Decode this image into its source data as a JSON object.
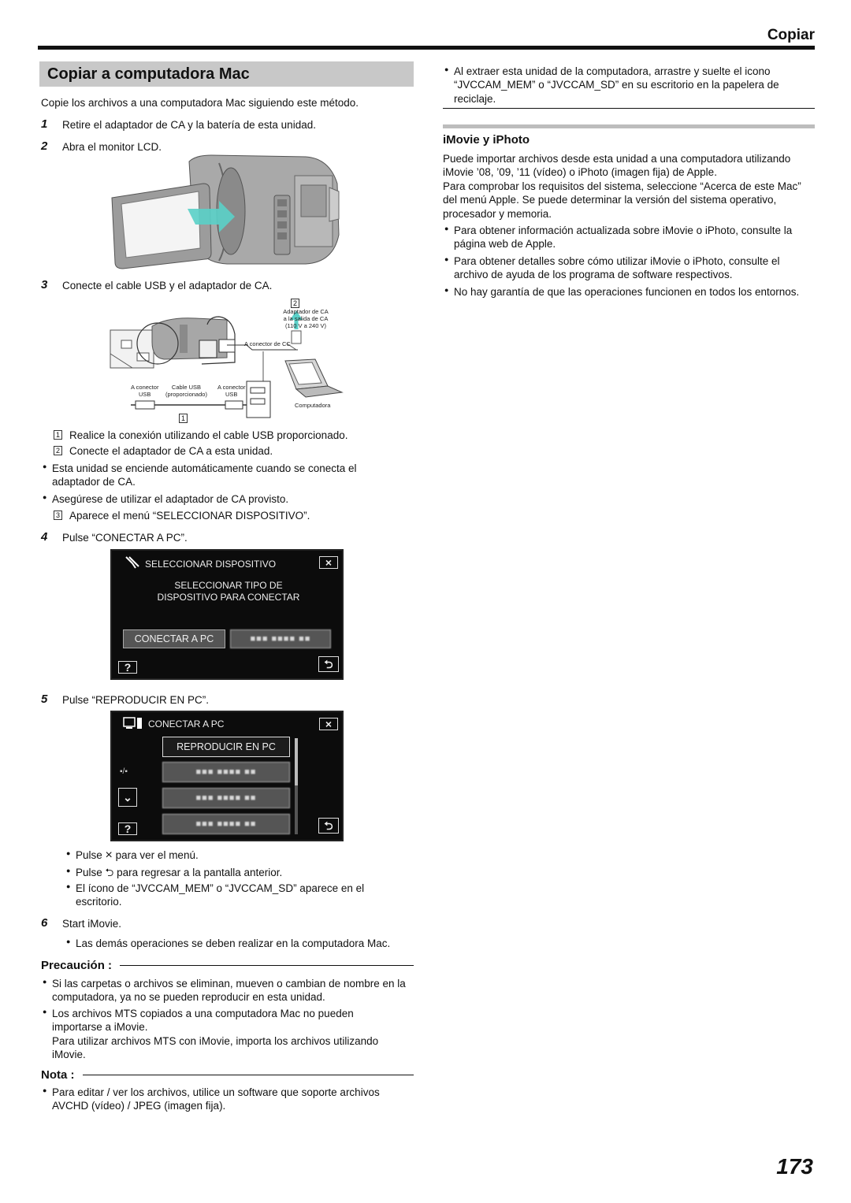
{
  "header": {
    "section": "Copiar",
    "page_number": "173"
  },
  "left": {
    "title": "Copiar a computadora Mac",
    "intro": "Copie los archivos a una computadora Mac siguiendo este método.",
    "step1_num": "1",
    "step1": "Retire el adaptador de CA y la batería de esta unidad.",
    "step2_num": "2",
    "step2": "Abra el monitor LCD.",
    "step3_num": "3",
    "step3": "Conecte el cable USB y el adaptador de CA.",
    "diagram": {
      "marker2": "2",
      "adapter": [
        "Adaptador de CA",
        "a la salida de CA",
        "(110 V a 240 V)"
      ],
      "dc": "A conector de CC",
      "usb_a": [
        "A conector",
        "USB"
      ],
      "cable": [
        "Cable USB",
        "(proporcionado)"
      ],
      "usb_b": [
        "A conector",
        "USB"
      ],
      "computer": "Computadora",
      "marker1": "1"
    },
    "sub1_num": "1",
    "sub1": "Realice la conexión utilizando el cable USB proporcionado.",
    "sub2_num": "2",
    "sub2": "Conecte el adaptador de CA a esta unidad.",
    "b1": "Esta unidad se enciende automáticamente cuando se conecta el adaptador de CA.",
    "b2": "Asegúrese de utilizar el adaptador de CA provisto.",
    "sub3_num": "3",
    "sub3": "Aparece el menú “SELECCIONAR DISPOSITIVO”.",
    "step4_num": "4",
    "step4": "Pulse “CONECTAR A PC”.",
    "screen1": {
      "title": "SELECCIONAR DISPOSITIVO",
      "line1": "SELECCIONAR TIPO DE",
      "line2": "DISPOSITIVO PARA CONECTAR",
      "btn_connect": "CONECTAR A PC",
      "btn_other": "■■■ ■■■■ ■■",
      "help": "?"
    },
    "step5_num": "5",
    "step5": "Pulse “REPRODUCIR EN PC”.",
    "screen2": {
      "title": "CONECTAR A PC",
      "opt1": "REPRODUCIR EN PC",
      "opt2": "■■■ ■■■■ ■■",
      "opt3": "■■■ ■■■■ ■■",
      "opt4": "■■■ ■■■■ ■■",
      "help": "?"
    },
    "b3a": "Pulse",
    "b3b": "para ver el menú.",
    "b4a": "Pulse",
    "b4b": "para regresar a la pantalla anterior.",
    "b5": "El ícono de “JVCCAM_MEM” o “JVCCAM_SD” aparece en el escritorio.",
    "step6_num": "6",
    "step6": "Start iMovie.",
    "b6": "Las demás operaciones se deben realizar en la computadora Mac.",
    "caution_title": "Precaución :",
    "c1": "Si las carpetas o archivos se eliminan, mueven o cambian de nombre en la computadora, ya no se pueden reproducir en esta unidad.",
    "c2": "Los archivos MTS copiados a una computadora Mac no pueden importarse a iMovie.",
    "c2b": "Para utilizar archivos MTS con iMovie, importa los archivos utilizando iMovie.",
    "note_title": "Nota :",
    "n1": "Para editar / ver los archivos, utilice un software que soporte archivos AVCHD (vídeo) / JPEG (imagen fija)."
  },
  "right": {
    "r1": "Al extraer esta unidad de la computadora, arrastre y suelte el icono “JVCCAM_MEM” o “JVCCAM_SD” en su escritorio en la papelera de reciclaje.",
    "heading": "iMovie y iPhoto",
    "p1": "Puede importar archivos desde esta unidad a una computadora utilizando iMovie ’08, ’09, ’11 (vídeo) o iPhoto (imagen fija) de Apple.",
    "p2": "Para comprobar los requisitos del sistema, seleccione “Acerca de este Mac” del menú Apple. Se puede determinar la versión del sistema operativo, procesador y memoria.",
    "rb1": "Para obtener información actualizada sobre iMovie o iPhoto, consulte la página web de Apple.",
    "rb2": "Para obtener detalles sobre cómo utilizar iMovie o iPhoto, consulte el archivo de ayuda de los programa de software respectivos.",
    "rb3": "No hay garantía de que las operaciones funcionen en todos los entornos."
  }
}
